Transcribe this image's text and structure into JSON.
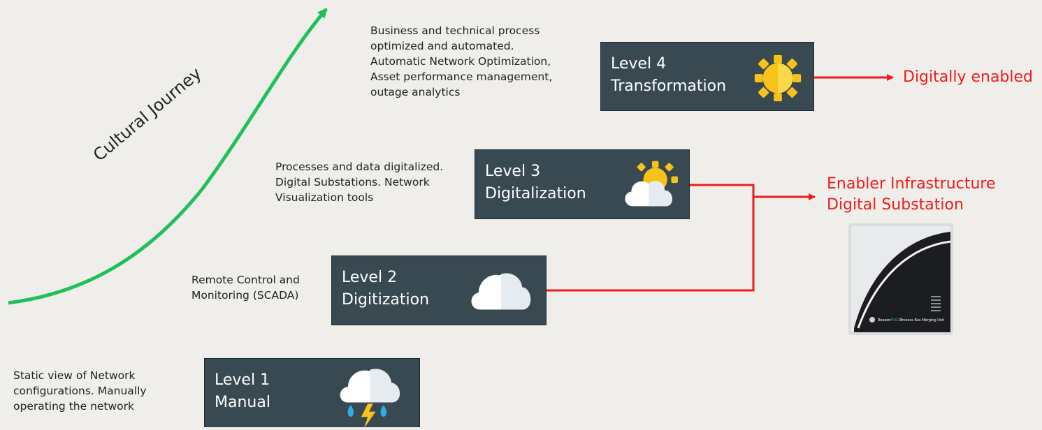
{
  "journey": {
    "label": "Cultural Journey",
    "color": "#1fbf5a"
  },
  "connector_color": "#ee1c1c",
  "levels": [
    {
      "level": "Level 4",
      "name": "Transformation",
      "icon": "sun-icon",
      "description": [
        "Business and technical process",
        "optimized and automated.",
        "Automatic Network Optimization,",
        "Asset performance management,",
        "outage analytics"
      ]
    },
    {
      "level": "Level 3",
      "name": "Digitalization",
      "icon": "sun-behind-cloud-icon",
      "description": [
        "Processes and data digitalized.",
        "Digital Substations. Network",
        "Visualization tools"
      ]
    },
    {
      "level": "Level 2",
      "name": "Digitization",
      "icon": "cloud-icon",
      "description": [
        "Remote Control and",
        "Monitoring (SCADA)"
      ]
    },
    {
      "level": "Level 1",
      "name": "Manual",
      "icon": "storm-cloud-icon",
      "description": [
        "Static view of Network",
        "configurations. Manually",
        "operating the network"
      ]
    }
  ],
  "outcomes": {
    "digitally_enabled": "Digitally enabled",
    "enabler": [
      "Enabler Infrastructure",
      "Digital Substation"
    ]
  },
  "device": {
    "brand": "Reason",
    "model": "MU320",
    "caption": "Process Bus Merging Unit"
  }
}
